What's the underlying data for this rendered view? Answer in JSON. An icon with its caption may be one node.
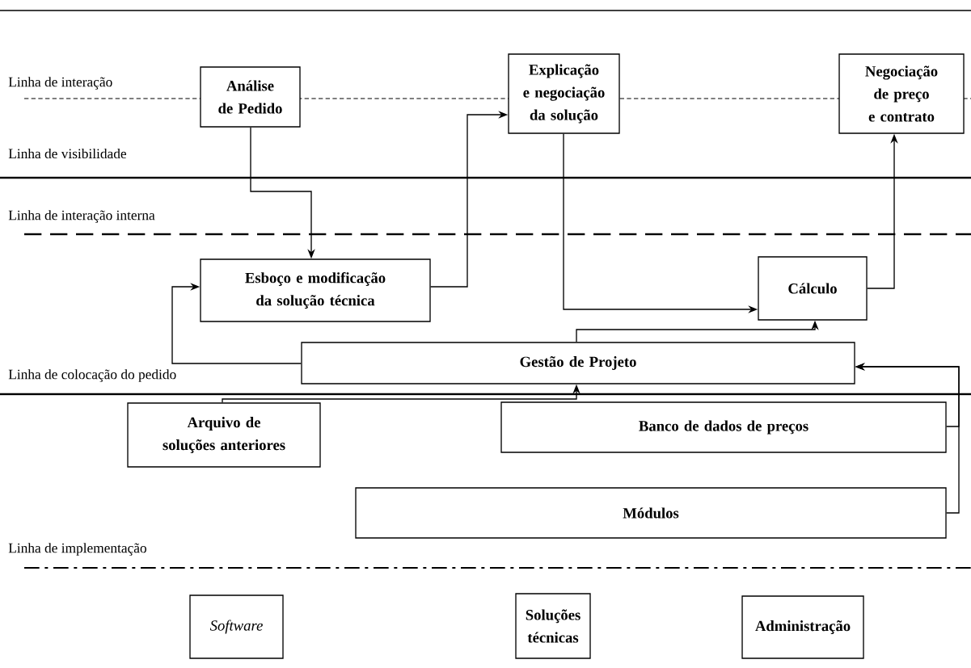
{
  "diagram": {
    "nodes": [
      {
        "text": [
          "Análise de Pedido"
        ]
      },
      {
        "text": [
          "Explicação e negociação da solução"
        ]
      },
      {
        "text": [
          "Negociação de preço e contrato"
        ]
      },
      {
        "text": [
          "Esboço e modificação da solução técnica"
        ]
      },
      {
        "text": [
          "Cálculo"
        ]
      },
      {
        "text": [
          "Gestão de Projeto"
        ]
      },
      {
        "text": [
          "Arquivo de soluções anteriores"
        ]
      },
      {
        "text": [
          "Banco de dados de preços"
        ]
      },
      {
        "text": [
          "Módulos"
        ]
      },
      {
        "text": [
          "Software"
        ]
      },
      {
        "text": [
          "Soluções técnicas"
        ]
      },
      {
        "text": [
          "Administração"
        ]
      }
    ],
    "edges": [
      {
        "from": 0,
        "to": 3,
        "arrow": "to"
      },
      {
        "from": 3,
        "to": 1,
        "arrow": "to"
      },
      {
        "from": 1,
        "to": 4,
        "arrow": "to"
      },
      {
        "from": 4,
        "to": 2,
        "arrow": "to"
      },
      {
        "from": 5,
        "to": 4,
        "arrow": "to"
      },
      {
        "from": 5,
        "to": 3,
        "arrow": "to"
      },
      {
        "from": 6,
        "to": 5,
        "arrow": "to"
      },
      {
        "from": 7,
        "to": 5,
        "arrow": "to"
      },
      {
        "from": 8,
        "to": 5,
        "arrow": "to"
      }
    ],
    "labels": [
      "Linha de interação",
      "Linha de visibilidade",
      "Linha de interação interna",
      "Linha de colocação do pedido",
      "Linha de implementação"
    ]
  }
}
